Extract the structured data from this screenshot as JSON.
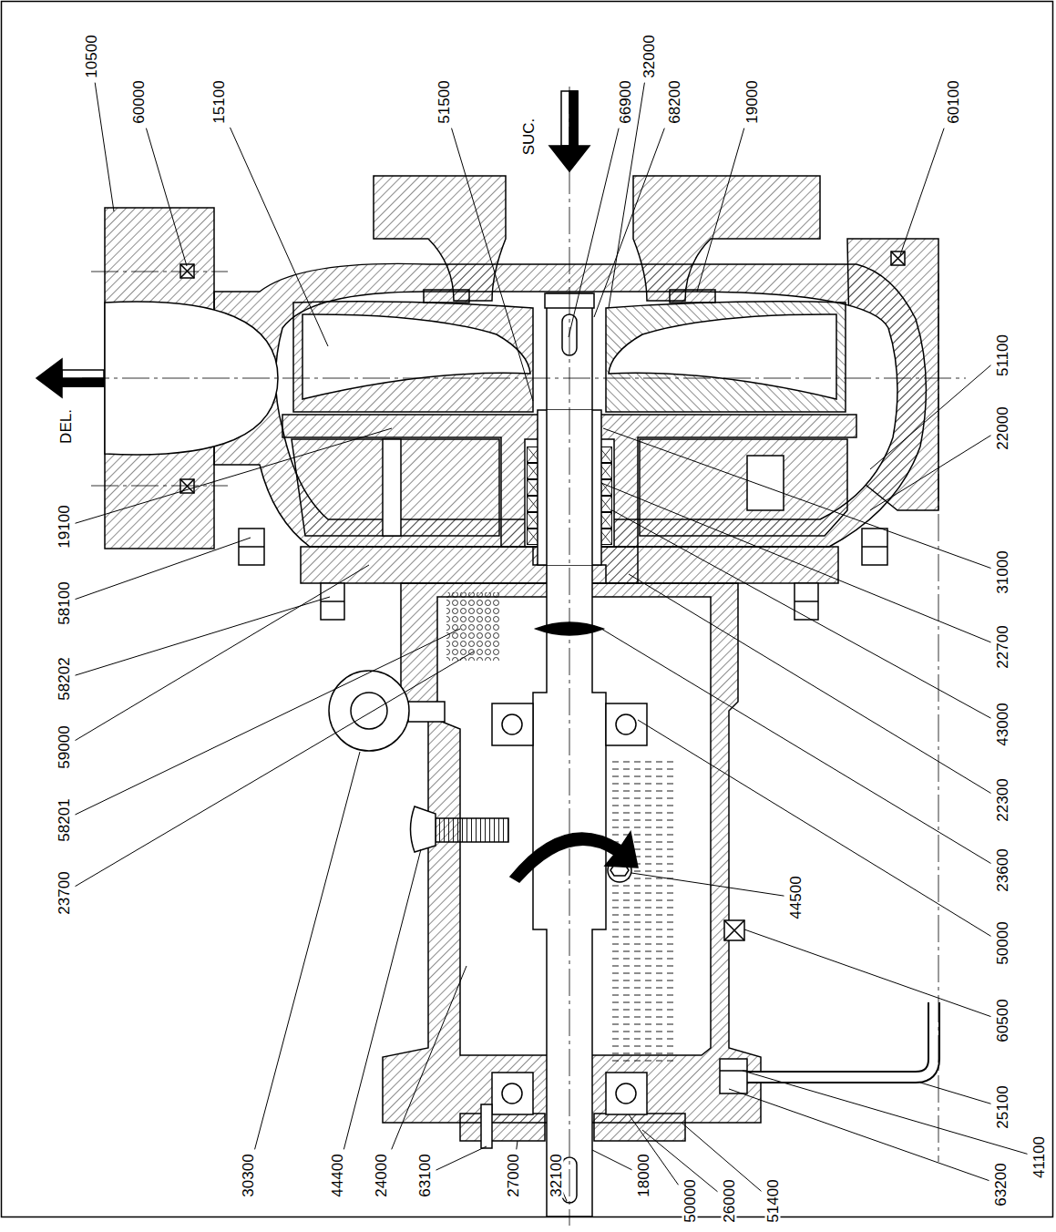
{
  "diagram": {
    "labels": [
      "10500",
      "60000",
      "15100",
      "51500",
      "66900",
      "32000",
      "68200",
      "19000",
      "60100",
      "SUC.",
      "DEL.",
      "19100",
      "58100",
      "58202",
      "59000",
      "58201",
      "23700",
      "30300",
      "44400",
      "24000",
      "63100",
      "27000",
      "32100",
      "18000",
      "50000",
      "26000",
      "51400",
      "51100",
      "22000",
      "31000",
      "22700",
      "43000",
      "22300",
      "23600",
      "50000",
      "60500",
      "44500",
      "25100",
      "41100",
      "63200"
    ]
  }
}
